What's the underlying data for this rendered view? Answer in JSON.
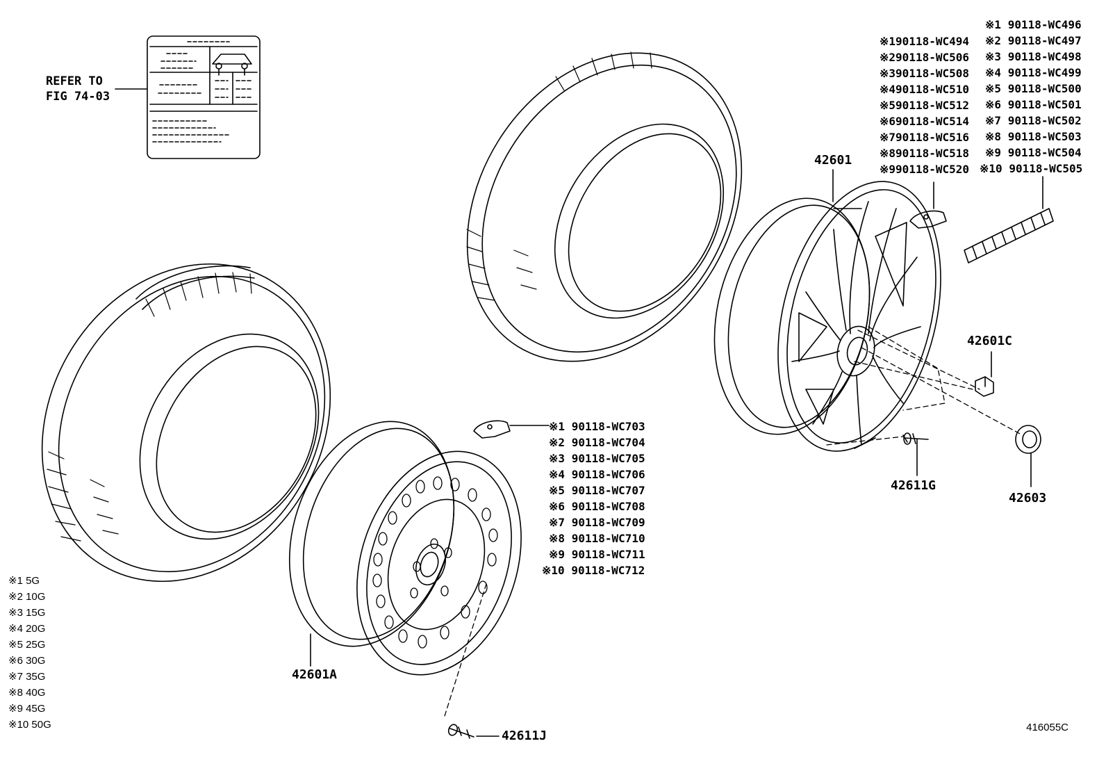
{
  "refer": {
    "line1": "REFER TO",
    "line2": "FIG 74-03"
  },
  "labels": {
    "p42601": "42601",
    "p42601A": "42601A",
    "p42601C": "42601C",
    "p42611G": "42611G",
    "p42603": "42603",
    "p42611J": "42611J"
  },
  "sensor_list_upper": [
    {
      "mark": "※1",
      "part": "90118-WC494"
    },
    {
      "mark": "※2",
      "part": "90118-WC506"
    },
    {
      "mark": "※3",
      "part": "90118-WC508"
    },
    {
      "mark": "※4",
      "part": "90118-WC510"
    },
    {
      "mark": "※5",
      "part": "90118-WC512"
    },
    {
      "mark": "※6",
      "part": "90118-WC514"
    },
    {
      "mark": "※7",
      "part": "90118-WC516"
    },
    {
      "mark": "※8",
      "part": "90118-WC518"
    },
    {
      "mark": "※9",
      "part": "90118-WC520"
    }
  ],
  "weight_list_right": [
    {
      "mark": "※1",
      "part": "90118-WC496"
    },
    {
      "mark": "※2",
      "part": "90118-WC497"
    },
    {
      "mark": "※3",
      "part": "90118-WC498"
    },
    {
      "mark": "※4",
      "part": "90118-WC499"
    },
    {
      "mark": "※5",
      "part": "90118-WC500"
    },
    {
      "mark": "※6",
      "part": "90118-WC501"
    },
    {
      "mark": "※7",
      "part": "90118-WC502"
    },
    {
      "mark": "※8",
      "part": "90118-WC503"
    },
    {
      "mark": "※9",
      "part": "90118-WC504"
    },
    {
      "mark": "※10",
      "part": "90118-WC505"
    }
  ],
  "sensor_list_lower": [
    {
      "mark": "※1",
      "part": "90118-WC703"
    },
    {
      "mark": "※2",
      "part": "90118-WC704"
    },
    {
      "mark": "※3",
      "part": "90118-WC705"
    },
    {
      "mark": "※4",
      "part": "90118-WC706"
    },
    {
      "mark": "※5",
      "part": "90118-WC707"
    },
    {
      "mark": "※6",
      "part": "90118-WC708"
    },
    {
      "mark": "※7",
      "part": "90118-WC709"
    },
    {
      "mark": "※8",
      "part": "90118-WC710"
    },
    {
      "mark": "※9",
      "part": "90118-WC711"
    },
    {
      "mark": "※10",
      "part": "90118-WC712"
    }
  ],
  "weights_legend": [
    "※1 5G",
    "※2 10G",
    "※3 15G",
    "※4 20G",
    "※5 25G",
    "※6 30G",
    "※7 35G",
    "※8 40G",
    "※9 45G",
    "※10 50G"
  ],
  "diagram_code": "416055C"
}
